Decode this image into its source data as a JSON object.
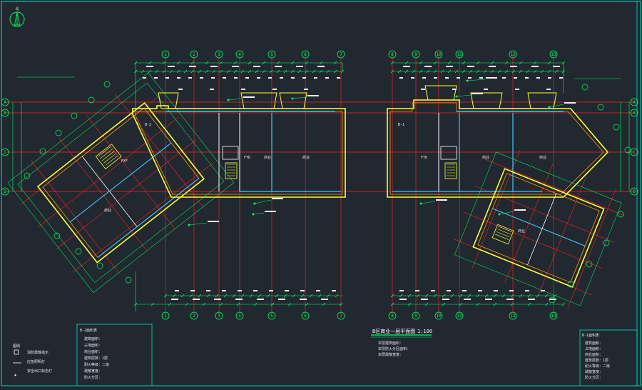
{
  "drawing": {
    "title": "B区商业一层平面图",
    "scale": "1:100",
    "north_label": "北",
    "colors": {
      "background": "#212830",
      "frame": "#00e0c8",
      "axis_line": "#ff2020",
      "axis_bubble": "#00ff66",
      "wall_outer": "#ffff33",
      "wall_core": "#ff9a00",
      "partition": "#ffffff",
      "glazing": "#40c8ff",
      "dim": "#00ff66",
      "text": "#e8e8e8"
    }
  },
  "blocks": {
    "left_label": "B-2",
    "right_label": "B-1"
  },
  "rooms": {
    "left_core": "FXF",
    "left_hall": "商业",
    "mid_shop_1": "FYD",
    "mid_shop_2": "商业",
    "mid_shop_3": "商业",
    "right_shop_1": "FYD",
    "right_shop_2": "商业",
    "right_shop_3": "商业",
    "right_hall": "商业"
  },
  "axes": {
    "top_left": [
      "1",
      "2",
      "3",
      "4",
      "5",
      "6",
      "7"
    ],
    "top_right": [
      "8",
      "9",
      "10",
      "11",
      "12",
      "13"
    ],
    "rows": [
      "A",
      "B",
      "C",
      "D"
    ]
  },
  "legend": {
    "title": "图例",
    "items": [
      "消防疏散指示",
      "应急照明灯",
      "安全出口标志灯"
    ]
  },
  "notes_left": {
    "title": "B-2面积表",
    "lines": [
      "建筑面积：",
      "占地面积：",
      "商业面积：",
      "建筑层数：1层",
      "耐火等级：二级",
      "疏散宽度：",
      "防火分区："
    ]
  },
  "notes_center": {
    "lines": [
      "本层建筑面积：",
      "本层防火分区面积：",
      "本层疏散宽度："
    ]
  },
  "notes_right": {
    "title": "B-1面积表",
    "lines": [
      "建筑面积：",
      "占地面积：",
      "商业面积：",
      "建筑层数：1层",
      "耐火等级：二级",
      "疏散宽度：",
      "防火分区："
    ]
  }
}
